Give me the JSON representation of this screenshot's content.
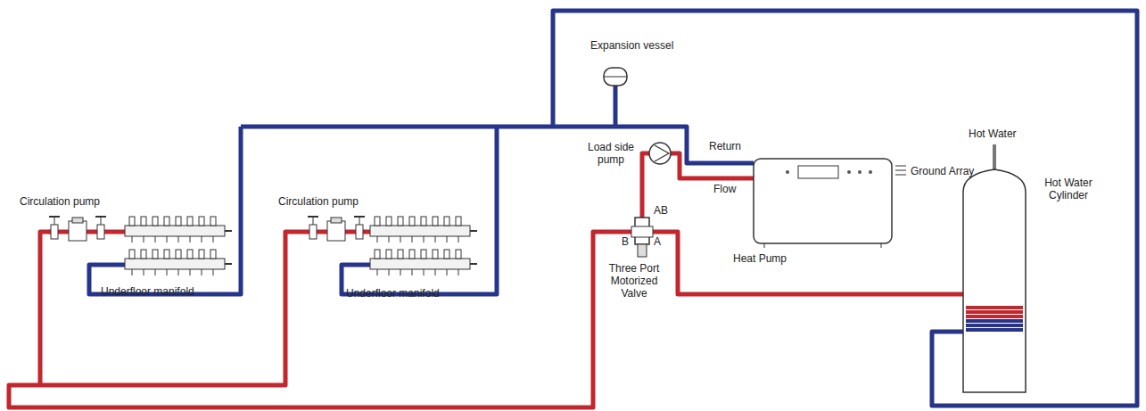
{
  "diagram": {
    "labels": [
      "Expansion vessel",
      "Load side pump",
      "Return",
      "Flow",
      "Ground Array",
      "Heat Pump",
      "Hot Water",
      "Hot Water Cylinder",
      "Circulation pump",
      "Circulation pump",
      "Underfloor manifold",
      "Underfloor manifold",
      "AB",
      "B",
      "A",
      "Three Port Motorized Valve"
    ]
  }
}
